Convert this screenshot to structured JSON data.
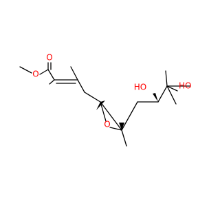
{
  "molecule": {
    "atom_labels": {
      "ester_oxygen": "O",
      "carbonyl_oxygen": "O",
      "epoxide_oxygen": "O",
      "hydroxyl_secondary": "HO",
      "hydroxyl_tertiary": "HO"
    },
    "stereo_wedges": [
      "epoxide-c1-wedge",
      "epoxide-c2-wedge",
      "hydroxyl-wedge"
    ],
    "colors": {
      "bond": "#000000",
      "oxygen": "#ff0000",
      "background": "#ffffff"
    }
  }
}
